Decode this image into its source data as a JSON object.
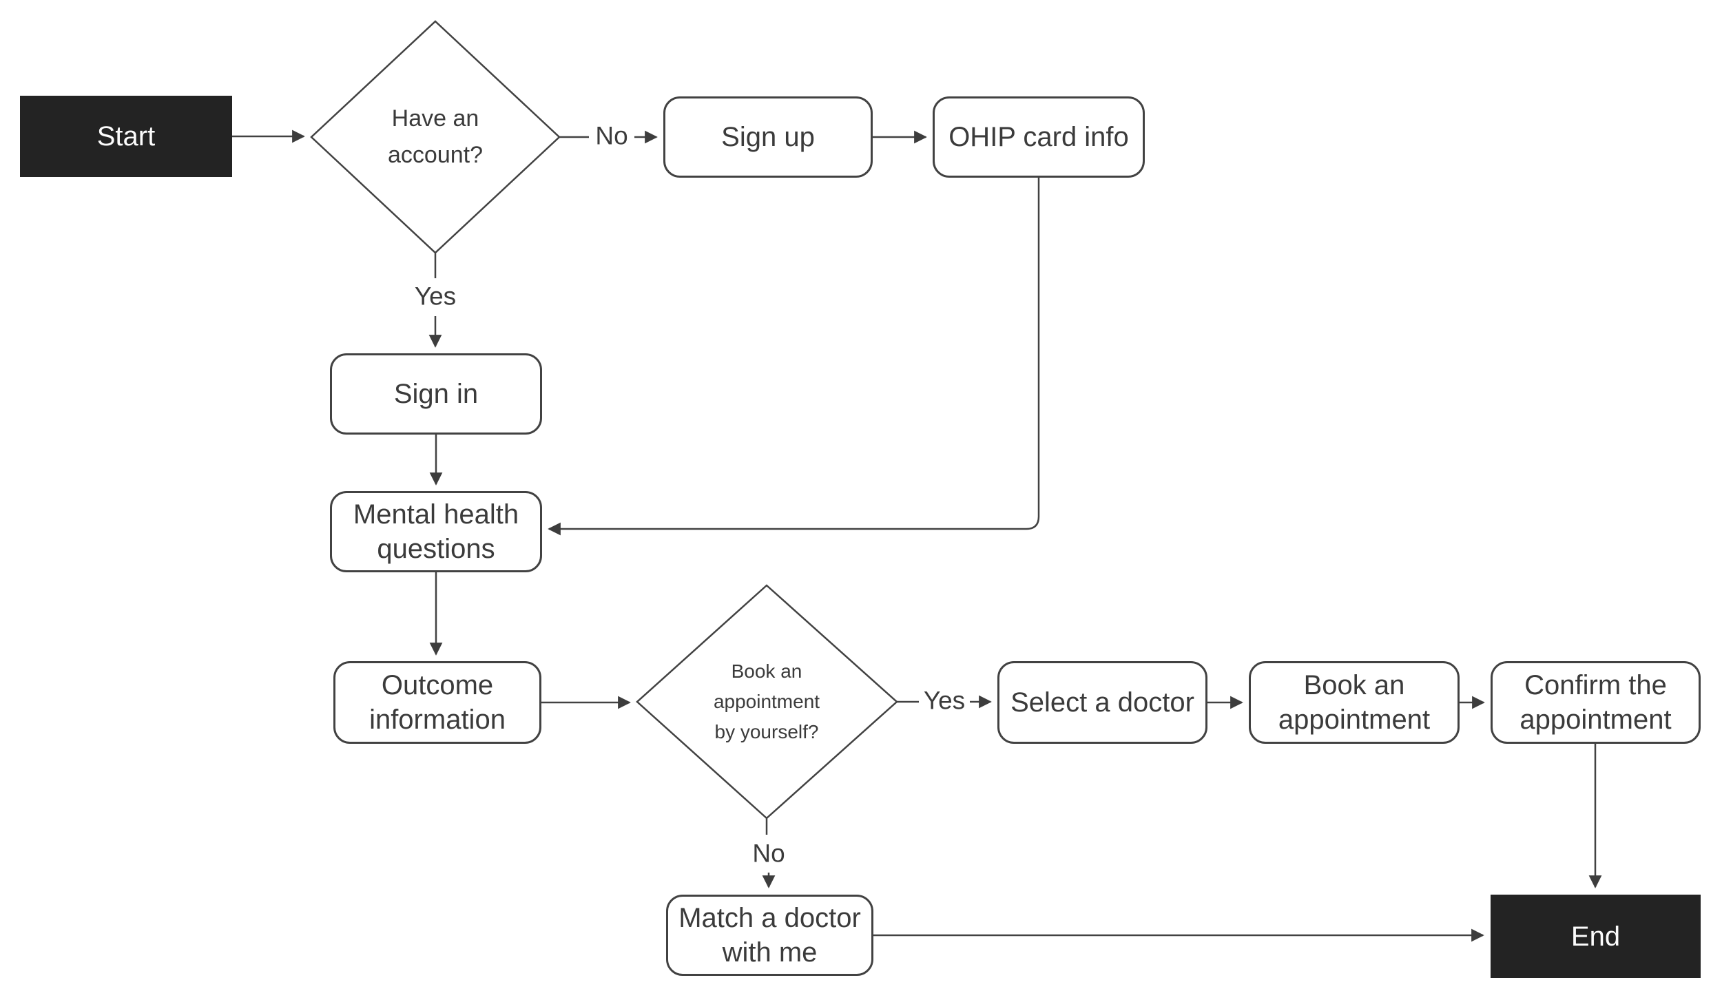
{
  "diagram": {
    "type": "flowchart",
    "background": "#ffffff",
    "colors": {
      "terminal_fill": "#232323",
      "terminal_text": "#fcfcfc",
      "process_fill": "#ffffff",
      "stroke": "#424242",
      "text": "#3b3b3b"
    },
    "nodes": {
      "start": {
        "label": "Start",
        "type": "terminal"
      },
      "have_account": {
        "label": "Have an\naccount?",
        "type": "decision"
      },
      "sign_up": {
        "label": "Sign up",
        "type": "process"
      },
      "ohip_card_info": {
        "label": "OHIP card info",
        "type": "process"
      },
      "sign_in": {
        "label": "Sign in",
        "type": "process"
      },
      "mental_health_questions": {
        "label": "Mental health\nquestions",
        "type": "process"
      },
      "outcome_information": {
        "label": "Outcome\ninformation",
        "type": "process"
      },
      "book_by_yourself": {
        "label": "Book an\nappointment\nby yourself?",
        "type": "decision"
      },
      "select_a_doctor": {
        "label": "Select a doctor",
        "type": "process"
      },
      "book_an_appointment": {
        "label": "Book an\nappointment",
        "type": "process"
      },
      "confirm_the_appointment": {
        "label": "Confirm the\nappointment",
        "type": "process"
      },
      "match_a_doctor": {
        "label": "Match a doctor\nwith me",
        "type": "process"
      },
      "end": {
        "label": "End",
        "type": "terminal"
      }
    },
    "edge_labels": {
      "have_account_no": "No",
      "have_account_yes": "Yes",
      "book_by_yourself_yes": "Yes",
      "book_by_yourself_no": "No"
    },
    "edges": [
      "Start -> Have an account?",
      "Have an account? -No-> Sign up",
      "Sign up -> OHIP card info",
      "OHIP card info -> Mental health questions",
      "Have an account? -Yes-> Sign in",
      "Sign in -> Mental health questions",
      "Mental health questions -> Outcome information",
      "Outcome information -> Book an appointment by yourself?",
      "Book an appointment by yourself? -Yes-> Select a doctor",
      "Select a doctor -> Book an appointment",
      "Book an appointment -> Confirm the appointment",
      "Confirm the appointment -> End",
      "Book an appointment by yourself? -No-> Match a doctor with me",
      "Match a doctor with me -> End"
    ]
  }
}
